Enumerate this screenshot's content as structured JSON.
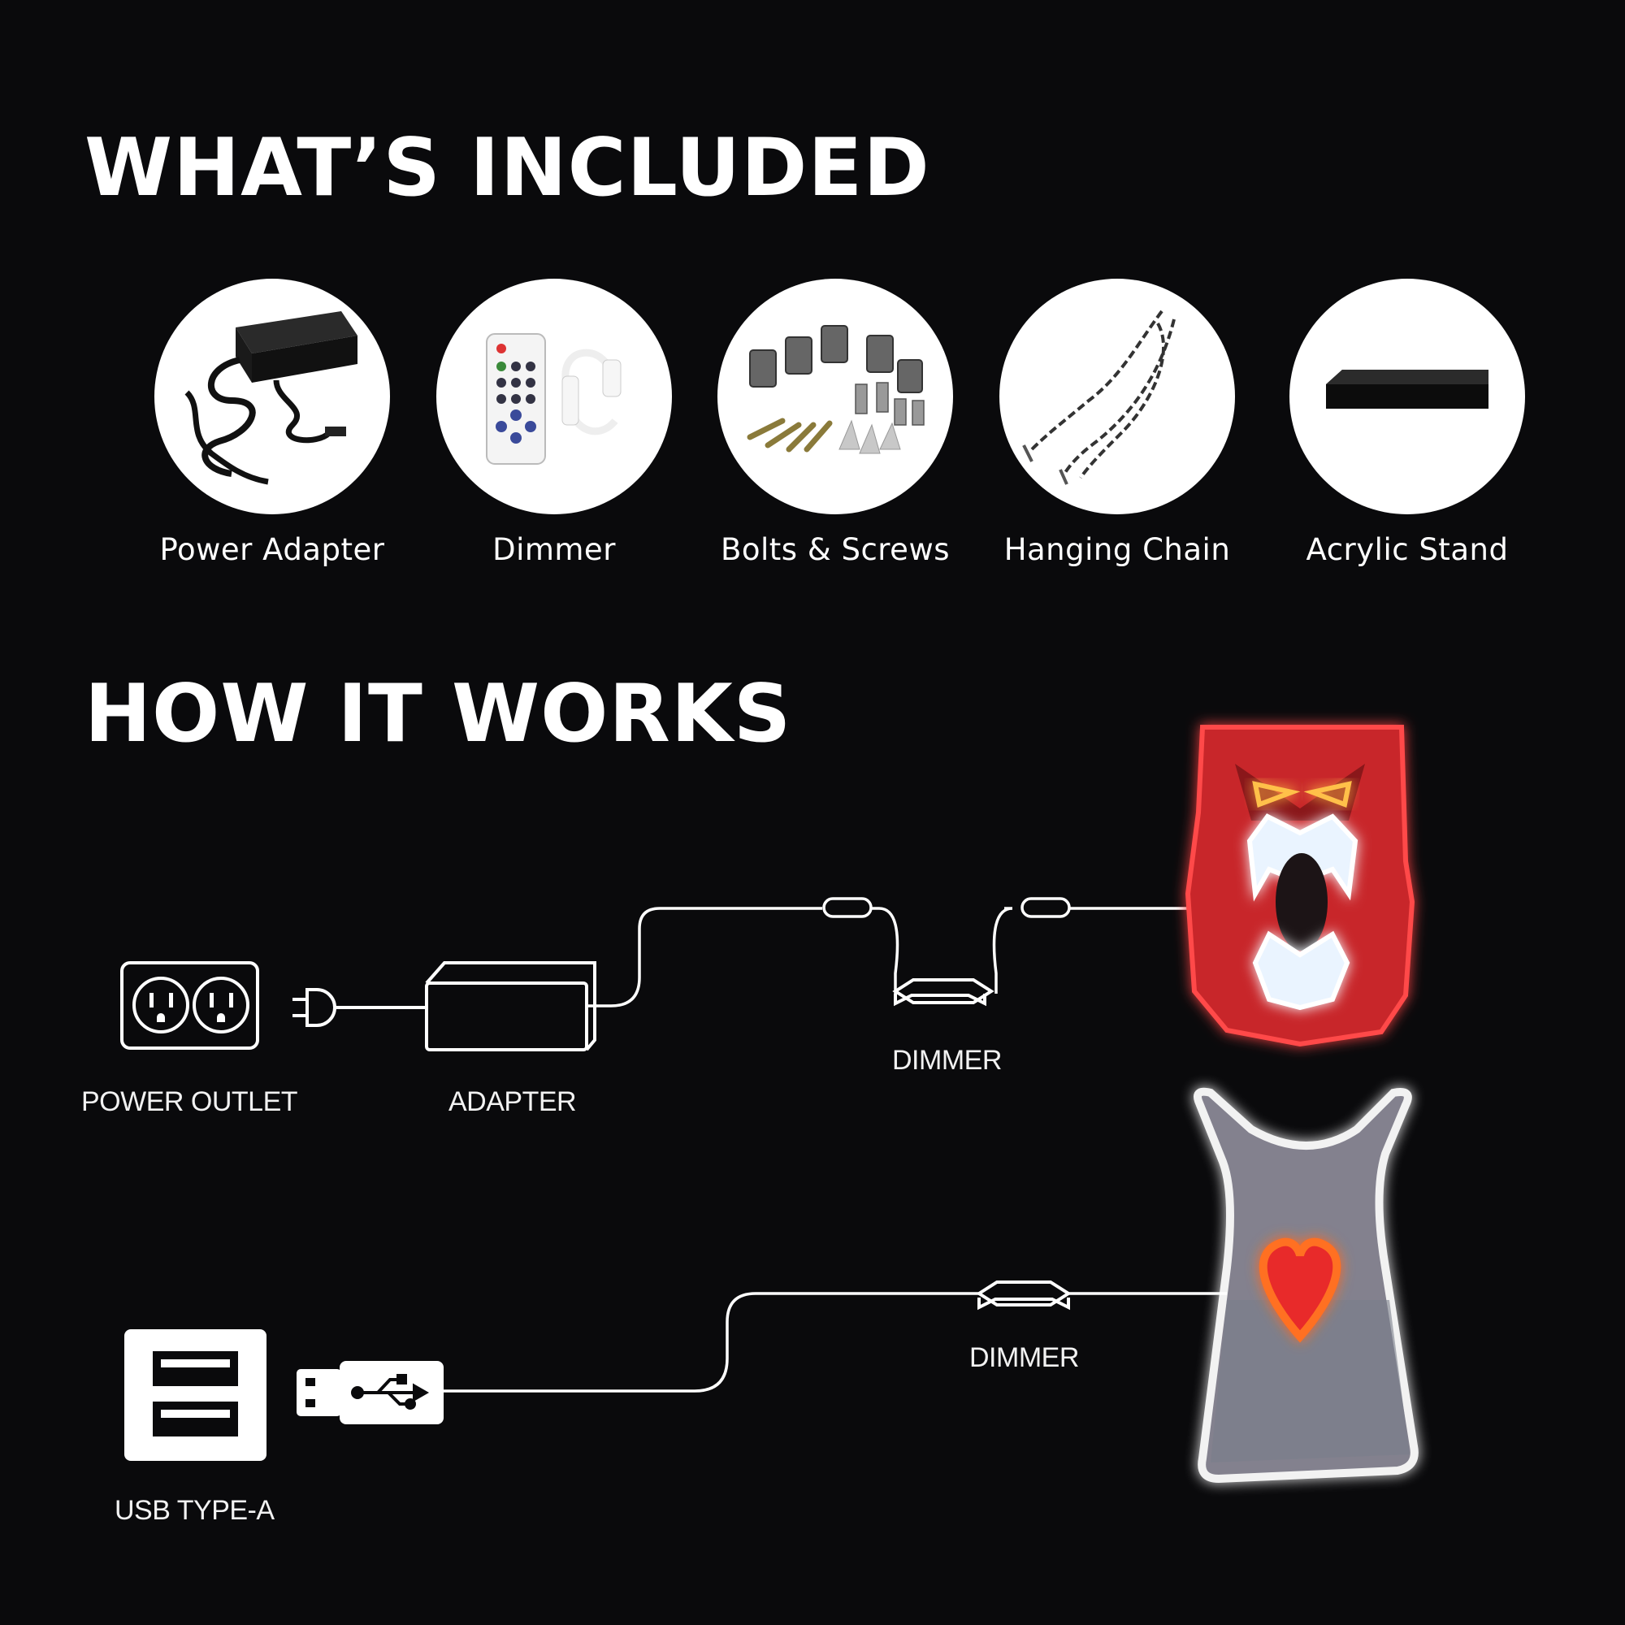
{
  "included": {
    "title": "WHAT’S INCLUDED",
    "items": [
      {
        "label": "Power Adapter",
        "icon": "power-adapter-icon"
      },
      {
        "label": "Dimmer",
        "icon": "dimmer-remote-icon"
      },
      {
        "label": "Bolts & Screws",
        "icon": "bolts-screws-icon"
      },
      {
        "label": "Hanging Chain",
        "icon": "hanging-chain-icon"
      },
      {
        "label": "Acrylic Stand",
        "icon": "acrylic-stand-icon"
      }
    ]
  },
  "how": {
    "title": "HOW IT WORKS",
    "labels": {
      "power_outlet": "POWER OUTLET",
      "adapter": "ADAPTER",
      "dimmer_top": "DIMMER",
      "dimmer_bottom": "DIMMER",
      "usb": "USB TYPE-A"
    }
  },
  "colors": {
    "background": "#0a0a0c",
    "neon_red": "#e8302e",
    "neon_white": "#ffffff",
    "heart_orange": "#ff6a1a"
  }
}
